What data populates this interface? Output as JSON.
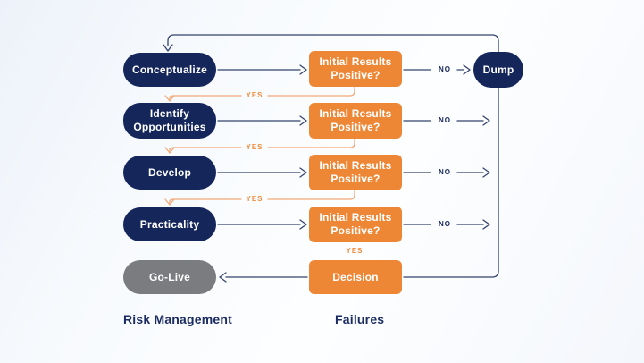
{
  "colors": {
    "navy": "#15265B",
    "orange": "#EE8735",
    "gray": "#7A7C80",
    "connector": "#33436B",
    "yes_line": "#F2A878",
    "yes_text": "#EE8C3F",
    "footer_text": "#1B2C63"
  },
  "flow": {
    "rows": [
      {
        "stage": "Conceptualize",
        "question": "Initial Results Positive?",
        "no": "NO",
        "yes": "YES"
      },
      {
        "stage": "Identify Opportunities",
        "question": "Initial Results Positive?",
        "no": "NO",
        "yes": "YES"
      },
      {
        "stage": "Develop",
        "question": "Initial Results Positive?",
        "no": "NO",
        "yes": "YES"
      },
      {
        "stage": "Practicality",
        "question": "Initial Results Positive?",
        "no": "NO",
        "yes": "YES"
      }
    ],
    "dump": "Dump",
    "decision": "Decision",
    "go_live": "Go-Live"
  },
  "footer": {
    "left_column_label": "Risk Management",
    "middle_column_label": "Failures"
  }
}
